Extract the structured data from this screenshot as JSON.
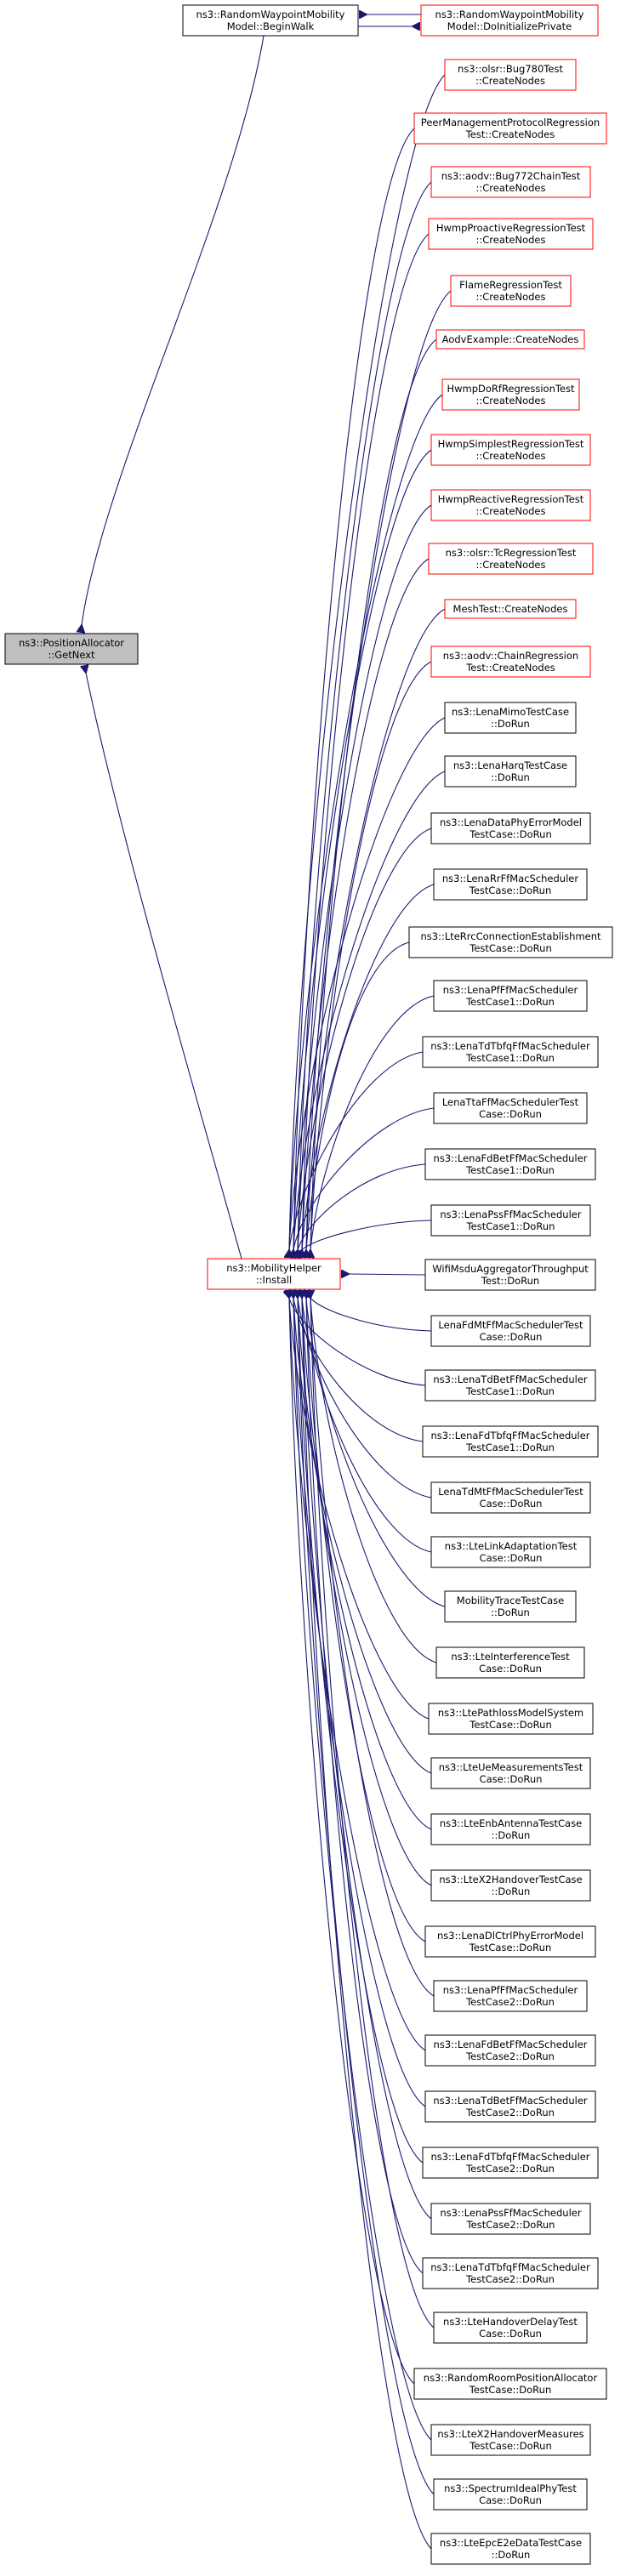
{
  "colors": {
    "edge": "#191970",
    "border_default": "#000000",
    "border_truncated": "#ff0000",
    "fill_default": "#ffffff",
    "fill_focus": "#bfbfbf"
  },
  "nodes": {
    "get_next": {
      "lines": [
        "ns3::PositionAllocator",
        "::GetNext"
      ],
      "style": "focus"
    },
    "begin_walk": {
      "lines": [
        "ns3::RandomWaypointMobility",
        "Model::BeginWalk"
      ],
      "style": "default"
    },
    "do_initialize_private": {
      "lines": [
        "ns3::RandomWaypointMobility",
        "Model::DoInitializePrivate"
      ],
      "style": "truncated"
    },
    "mobility_install": {
      "lines": [
        "ns3::MobilityHelper",
        "::Install"
      ],
      "style": "truncated"
    },
    "callers": [
      {
        "lines": [
          "ns3::olsr::Bug780Test",
          "::CreateNodes"
        ],
        "style": "truncated"
      },
      {
        "lines": [
          "PeerManagementProtocolRegression",
          "Test::CreateNodes"
        ],
        "style": "truncated"
      },
      {
        "lines": [
          "ns3::aodv::Bug772ChainTest",
          "::CreateNodes"
        ],
        "style": "truncated"
      },
      {
        "lines": [
          "HwmpProactiveRegressionTest",
          "::CreateNodes"
        ],
        "style": "truncated"
      },
      {
        "lines": [
          "FlameRegressionTest",
          "::CreateNodes"
        ],
        "style": "truncated"
      },
      {
        "lines": [
          "AodvExample::CreateNodes"
        ],
        "style": "truncated"
      },
      {
        "lines": [
          "HwmpDoRfRegressionTest",
          "::CreateNodes"
        ],
        "style": "truncated"
      },
      {
        "lines": [
          "HwmpSimplestRegressionTest",
          "::CreateNodes"
        ],
        "style": "truncated"
      },
      {
        "lines": [
          "HwmpReactiveRegressionTest",
          "::CreateNodes"
        ],
        "style": "truncated"
      },
      {
        "lines": [
          "ns3::olsr::TcRegressionTest",
          "::CreateNodes"
        ],
        "style": "truncated"
      },
      {
        "lines": [
          "MeshTest::CreateNodes"
        ],
        "style": "truncated"
      },
      {
        "lines": [
          "ns3::aodv::ChainRegression",
          "Test::CreateNodes"
        ],
        "style": "truncated"
      },
      {
        "lines": [
          "ns3::LenaMimoTestCase",
          "::DoRun"
        ],
        "style": "default"
      },
      {
        "lines": [
          "ns3::LenaHarqTestCase",
          "::DoRun"
        ],
        "style": "default"
      },
      {
        "lines": [
          "ns3::LenaDataPhyErrorModel",
          "TestCase::DoRun"
        ],
        "style": "default"
      },
      {
        "lines": [
          "ns3::LenaRrFfMacScheduler",
          "TestCase::DoRun"
        ],
        "style": "default"
      },
      {
        "lines": [
          "ns3::LteRrcConnectionEstablishment",
          "TestCase::DoRun"
        ],
        "style": "default"
      },
      {
        "lines": [
          "ns3::LenaPfFfMacScheduler",
          "TestCase1::DoRun"
        ],
        "style": "default"
      },
      {
        "lines": [
          "ns3::LenaTdTbfqFfMacScheduler",
          "TestCase1::DoRun"
        ],
        "style": "default"
      },
      {
        "lines": [
          "LenaTtaFfMacSchedulerTest",
          "Case::DoRun"
        ],
        "style": "default"
      },
      {
        "lines": [
          "ns3::LenaFdBetFfMacScheduler",
          "TestCase1::DoRun"
        ],
        "style": "default"
      },
      {
        "lines": [
          "ns3::LenaPssFfMacScheduler",
          "TestCase1::DoRun"
        ],
        "style": "default"
      },
      {
        "lines": [
          "WifiMsduAggregatorThroughput",
          "Test::DoRun"
        ],
        "style": "default"
      },
      {
        "lines": [
          "LenaFdMtFfMacSchedulerTest",
          "Case::DoRun"
        ],
        "style": "default"
      },
      {
        "lines": [
          "ns3::LenaTdBetFfMacScheduler",
          "TestCase1::DoRun"
        ],
        "style": "default"
      },
      {
        "lines": [
          "ns3::LenaFdTbfqFfMacScheduler",
          "TestCase1::DoRun"
        ],
        "style": "default"
      },
      {
        "lines": [
          "LenaTdMtFfMacSchedulerTest",
          "Case::DoRun"
        ],
        "style": "default"
      },
      {
        "lines": [
          "ns3::LteLinkAdaptationTest",
          "Case::DoRun"
        ],
        "style": "default"
      },
      {
        "lines": [
          "MobilityTraceTestCase",
          "::DoRun"
        ],
        "style": "default"
      },
      {
        "lines": [
          "ns3::LteInterferenceTest",
          "Case::DoRun"
        ],
        "style": "default"
      },
      {
        "lines": [
          "ns3::LtePathlossModelSystem",
          "TestCase::DoRun"
        ],
        "style": "default"
      },
      {
        "lines": [
          "ns3::LteUeMeasurementsTest",
          "Case::DoRun"
        ],
        "style": "default"
      },
      {
        "lines": [
          "ns3::LteEnbAntennaTestCase",
          "::DoRun"
        ],
        "style": "default"
      },
      {
        "lines": [
          "ns3::LteX2HandoverTestCase",
          "::DoRun"
        ],
        "style": "default"
      },
      {
        "lines": [
          "ns3::LenaDlCtrlPhyErrorModel",
          "TestCase::DoRun"
        ],
        "style": "default"
      },
      {
        "lines": [
          "ns3::LenaPfFfMacScheduler",
          "TestCase2::DoRun"
        ],
        "style": "default"
      },
      {
        "lines": [
          "ns3::LenaFdBetFfMacScheduler",
          "TestCase2::DoRun"
        ],
        "style": "default"
      },
      {
        "lines": [
          "ns3::LenaTdBetFfMacScheduler",
          "TestCase2::DoRun"
        ],
        "style": "default"
      },
      {
        "lines": [
          "ns3::LenaFdTbfqFfMacScheduler",
          "TestCase2::DoRun"
        ],
        "style": "default"
      },
      {
        "lines": [
          "ns3::LenaPssFfMacScheduler",
          "TestCase2::DoRun"
        ],
        "style": "default"
      },
      {
        "lines": [
          "ns3::LenaTdTbfqFfMacScheduler",
          "TestCase2::DoRun"
        ],
        "style": "default"
      },
      {
        "lines": [
          "ns3::LteHandoverDelayTest",
          "Case::DoRun"
        ],
        "style": "default"
      },
      {
        "lines": [
          "ns3::RandomRoomPositionAllocator",
          "TestCase::DoRun"
        ],
        "style": "default"
      },
      {
        "lines": [
          "ns3::LteX2HandoverMeasures",
          "TestCase::DoRun"
        ],
        "style": "default"
      },
      {
        "lines": [
          "ns3::SpectrumIdealPhyTest",
          "Case::DoRun"
        ],
        "style": "default"
      },
      {
        "lines": [
          "ns3::LteEpcE2eDataTestCase",
          "::DoRun"
        ],
        "style": "default"
      }
    ]
  }
}
